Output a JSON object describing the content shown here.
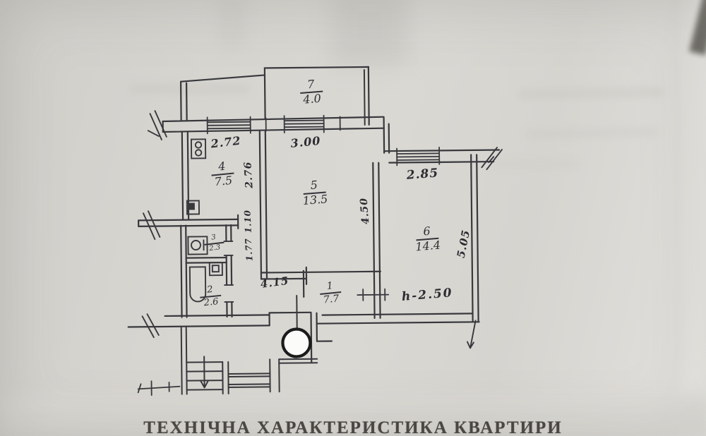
{
  "document": {
    "title": "ТЕХНІЧНА ХАРАКТЕРИСТИКА КВАРТИРИ"
  },
  "floor_plan": {
    "rooms": [
      {
        "number": "7",
        "area": "4.0"
      },
      {
        "number": "4",
        "area": "7.5"
      },
      {
        "number": "5",
        "area": "13.5"
      },
      {
        "number": "6",
        "area": "14.4"
      },
      {
        "number": "1",
        "area": "7.7"
      },
      {
        "number": "2",
        "area": "2.6"
      },
      {
        "number": "3",
        "area": "2.3"
      }
    ],
    "dimensions": {
      "kitchen_width": "2.72",
      "kitchen_depth": "2.76",
      "room5_width": "3.00",
      "room5_depth": "4.50",
      "room6_width": "2.85",
      "room6_depth": "5.05",
      "hall_length": "4.15",
      "passage_width": "1.10",
      "bath_depth": "1.77",
      "ceiling_height": "h-2.50"
    },
    "colors": {
      "ink": "#3c3c41",
      "paper": "#d7d5d0",
      "hole_fill": "#fbfbfa"
    }
  }
}
